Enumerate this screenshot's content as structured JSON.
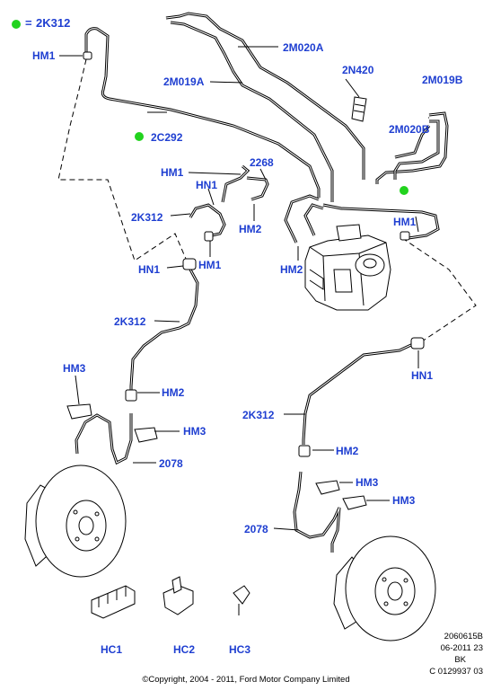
{
  "legend": {
    "equals": "=",
    "code": "2K312",
    "marker_color": "#22d31e"
  },
  "label_color": "#1f3fd1",
  "labels": {
    "hm1_top_left": "HM1",
    "m020a": "2M020A",
    "n420": "2N420",
    "m019b": "2M019B",
    "m019a": "2M019A",
    "c292": "2C292",
    "m020b": "2M020B",
    "hm1_mid": "HM1",
    "n2268": "2268",
    "hn1_mid": "HN1",
    "hm1_right": "HM1",
    "k312_mid": "2K312",
    "hm2_mid": "HM2",
    "hm1_low": "HM1",
    "hm2_abs": "HM2",
    "hn1_left": "HN1",
    "k312_left": "2K312",
    "hm3_left": "HM3",
    "hm2_left": "HM2",
    "hn1_right": "HN1",
    "hm3_left2": "HM3",
    "k312_right": "2K312",
    "n2078_left": "2078",
    "hm2_right": "HM2",
    "hm3_right1": "HM3",
    "hm3_right2": "HM3",
    "n2078_right": "2078",
    "hc1": "HC1",
    "hc2": "HC2",
    "hc3": "HC3"
  },
  "meta": {
    "line1": "2060615B",
    "line2": "06-2011 23",
    "line3": "BK",
    "line4": "C 0129937 03"
  },
  "copyright": "©Copyright, 2004 - 2011, Ford Motor Company Limited"
}
